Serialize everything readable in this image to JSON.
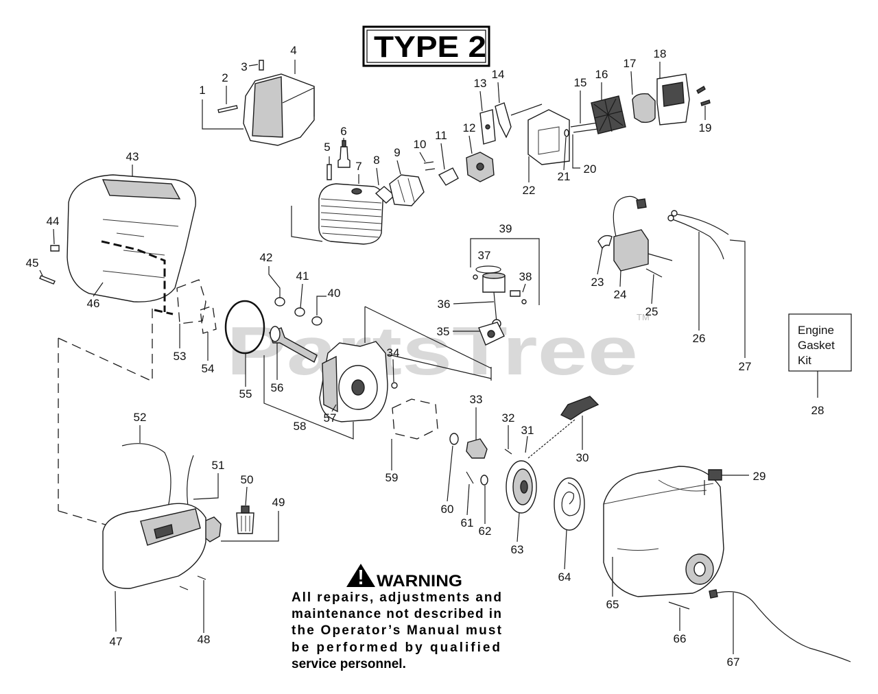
{
  "title": "TYPE 2",
  "watermark": {
    "brand": "PartsTree",
    "trademark": "TM"
  },
  "kit_box": {
    "line1": "Engine",
    "line2": "Gasket",
    "line3": "Kit"
  },
  "warning": {
    "heading": "WARNING",
    "lines": [
      "All repairs, adjustments and",
      "maintenance not described in",
      "the Operator’s Manual must",
      "be performed by qualified",
      "service personnel."
    ]
  },
  "part_labels": [
    "1",
    "2",
    "3",
    "4",
    "5",
    "6",
    "7",
    "8",
    "9",
    "10",
    "11",
    "12",
    "13",
    "14",
    "15",
    "16",
    "17",
    "18",
    "19",
    "20",
    "21",
    "22",
    "23",
    "24",
    "25",
    "26",
    "27",
    "28",
    "29",
    "30",
    "31",
    "32",
    "33",
    "34",
    "35",
    "36",
    "37",
    "38",
    "39",
    "40",
    "41",
    "42",
    "43",
    "44",
    "45",
    "46",
    "47",
    "48",
    "49",
    "50",
    "51",
    "52",
    "53",
    "54",
    "55",
    "56",
    "57",
    "58",
    "59",
    "60",
    "61",
    "62",
    "63",
    "64",
    "65",
    "66",
    "67"
  ]
}
